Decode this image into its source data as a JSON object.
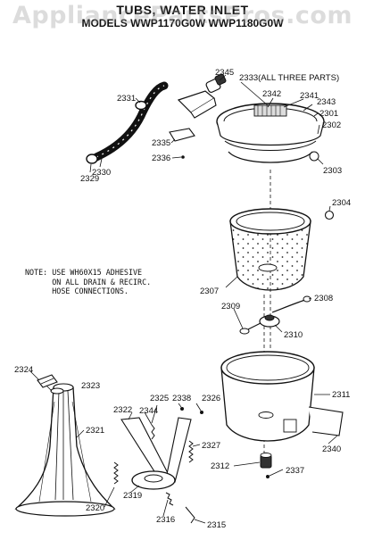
{
  "header": {
    "title": "TUBS, WATER INLET",
    "models": "MODELS WWP1170G0W WWP1180G0W",
    "watermark": "AppliancePartsPros.com"
  },
  "note": {
    "lines": [
      "NOTE: USE WH60X15 ADHESIVE",
      "      ON ALL DRAIN & RECIRC.",
      "      HOSE CONNECTIONS."
    ]
  },
  "callouts": [
    {
      "id": "2345",
      "label": "2345"
    },
    {
      "id": "2333",
      "label": "2333(ALL THREE PARTS)"
    },
    {
      "id": "2331",
      "label": "2331"
    },
    {
      "id": "2342",
      "label": "2342"
    },
    {
      "id": "2341",
      "label": "2341"
    },
    {
      "id": "2343",
      "label": "2343"
    },
    {
      "id": "2301",
      "label": "2301"
    },
    {
      "id": "2302",
      "label": "2302"
    },
    {
      "id": "2335",
      "label": "2335"
    },
    {
      "id": "2336",
      "label": "2336"
    },
    {
      "id": "2330",
      "label": "2330"
    },
    {
      "id": "2329",
      "label": "2329"
    },
    {
      "id": "2303",
      "label": "2303"
    },
    {
      "id": "2304",
      "label": "2304"
    },
    {
      "id": "2307",
      "label": "2307"
    },
    {
      "id": "2308",
      "label": "2308"
    },
    {
      "id": "2309",
      "label": "2309"
    },
    {
      "id": "2310",
      "label": "2310"
    },
    {
      "id": "2324",
      "label": "2324"
    },
    {
      "id": "2323",
      "label": "2323"
    },
    {
      "id": "2311",
      "label": "2311"
    },
    {
      "id": "2325",
      "label": "2325"
    },
    {
      "id": "2338",
      "label": "2338"
    },
    {
      "id": "2326",
      "label": "2326"
    },
    {
      "id": "2322",
      "label": "2322"
    },
    {
      "id": "2344",
      "label": "2344"
    },
    {
      "id": "2321",
      "label": "2321"
    },
    {
      "id": "2327",
      "label": "2327"
    },
    {
      "id": "2340",
      "label": "2340"
    },
    {
      "id": "2312",
      "label": "2312"
    },
    {
      "id": "2337",
      "label": "2337"
    },
    {
      "id": "2319",
      "label": "2319"
    },
    {
      "id": "2320",
      "label": "2320"
    },
    {
      "id": "2316",
      "label": "2316"
    },
    {
      "id": "2315",
      "label": "2315"
    }
  ]
}
